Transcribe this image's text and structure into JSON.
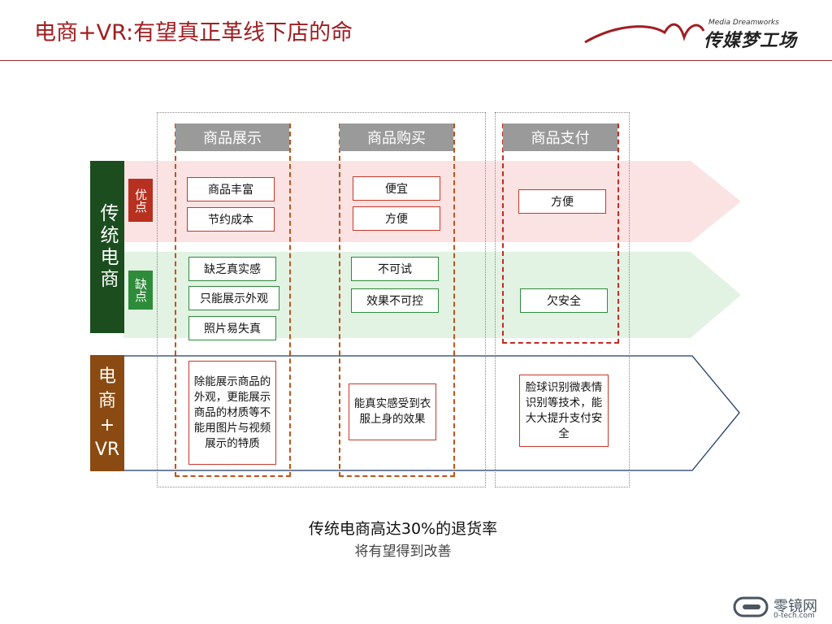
{
  "title": "电商+VR:有望真正革线下店的命",
  "logo": {
    "en": "Media Dreamworks",
    "cn": "传媒梦工场"
  },
  "columns": [
    "商品展示",
    "商品购买",
    "商品支付"
  ],
  "rows": {
    "traditional": {
      "label": "传统电商",
      "pros_label": "优点",
      "cons_label": "缺点"
    },
    "vr": {
      "label_line1": "电",
      "label_line2": "商",
      "label_line3": "+",
      "label_line4": "VR"
    }
  },
  "pros": {
    "display": [
      "商品丰富",
      "节约成本"
    ],
    "purchase": [
      "便宜",
      "方便"
    ],
    "payment": [
      "方便"
    ]
  },
  "cons": {
    "display": [
      "缺乏真实感",
      "只能展示外观",
      "照片易失真"
    ],
    "purchase": [
      "不可试",
      "效果不可控"
    ],
    "payment": [
      "欠安全"
    ]
  },
  "vr": {
    "display": "除能展示商品的外观，更能展示商品的材质等不能用图片与视频展示的特质",
    "purchase": "能真实感受到衣服上身的效果",
    "payment": "脸球识别微表情识别等技术，能大大提升支付安全"
  },
  "footer": {
    "line1": "传统电商高达30%的退货率",
    "line2": "将有望得到改善"
  },
  "watermark": {
    "name": "零镜网",
    "domain": "0-tech.com"
  },
  "colors": {
    "accent": "#a01e22",
    "traditional": "#1b4d1e",
    "vr": "#8a4a12",
    "pro": "#b8301f",
    "con": "#2e8b3a"
  }
}
